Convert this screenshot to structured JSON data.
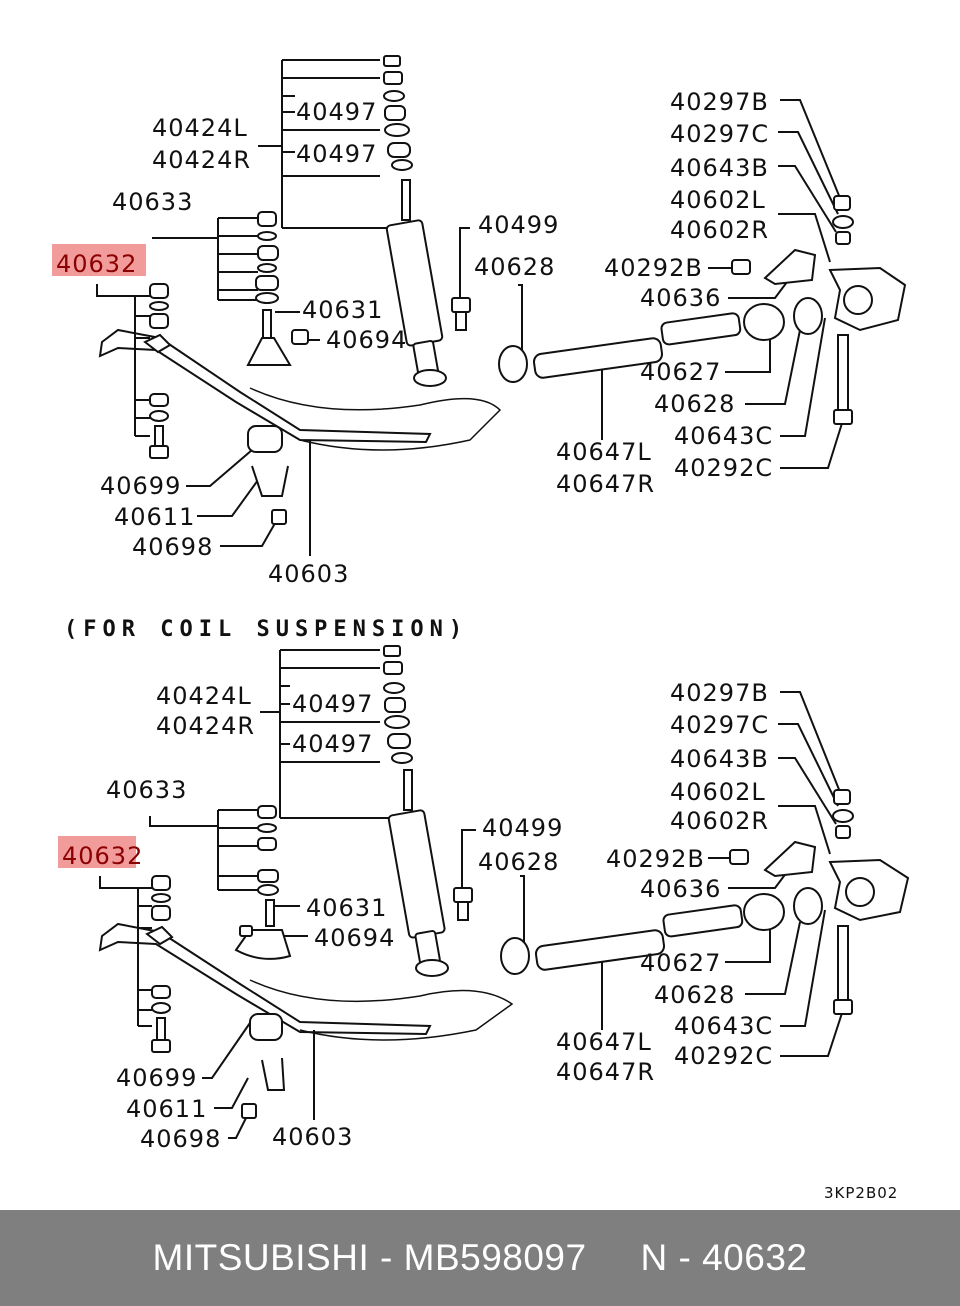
{
  "diagram": {
    "upper_labels": {
      "l40424L": "40424L",
      "l40424R": "40424R",
      "l40497a": "40497",
      "l40497b": "40497",
      "l40633": "40633",
      "l40632": "40632",
      "l40631": "40631",
      "l40694": "40694",
      "l40499": "40499",
      "l40628a": "40628",
      "l40297B": "40297B",
      "l40297C": "40297C",
      "l40643B": "40643B",
      "l40602L": "40602L",
      "l40602R": "40602R",
      "l40292B": "40292B",
      "l40636": "40636",
      "l40627": "40627",
      "l40628b": "40628",
      "l40643C": "40643C",
      "l40292C": "40292C",
      "l40647L": "40647L",
      "l40647R": "40647R",
      "l40699": "40699",
      "l40611": "40611",
      "l40698": "40698",
      "l40603": "40603"
    },
    "section_title": "(FOR COIL SUSPENSION)",
    "lower_labels": {
      "l40424L": "40424L",
      "l40424R": "40424R",
      "l40497a": "40497",
      "l40497b": "40497",
      "l40633": "40633",
      "l40632": "40632",
      "l40631": "40631",
      "l40694": "40694",
      "l40499": "40499",
      "l40628a": "40628",
      "l40297B": "40297B",
      "l40297C": "40297C",
      "l40643B": "40643B",
      "l40602L": "40602L",
      "l40602R": "40602R",
      "l40292B": "40292B",
      "l40636": "40636",
      "l40627": "40627",
      "l40628b": "40628",
      "l40643C": "40643C",
      "l40292C": "40292C",
      "l40647L": "40647L",
      "l40647R": "40647R",
      "l40699": "40699",
      "l40611": "40611",
      "l40698": "40698",
      "l40603": "40603"
    },
    "drawing_code": "3KP2B02",
    "highlight_color": "#f08a8a"
  },
  "footer": {
    "text": "MITSUBISHI - MB598097     N - 40632",
    "background": "#7f7f7f"
  }
}
